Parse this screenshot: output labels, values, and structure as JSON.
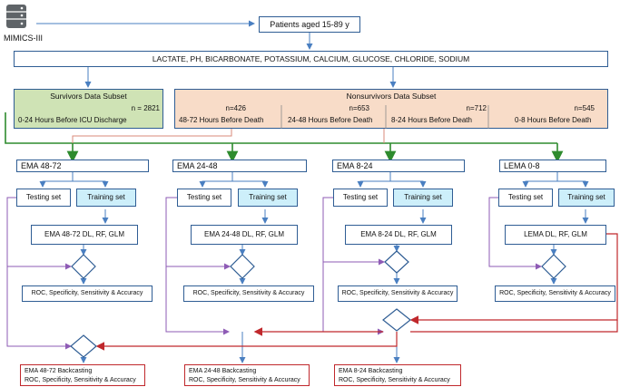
{
  "source": {
    "label": "MIMICS-III"
  },
  "patients": {
    "label": "Patients aged 15-89 y"
  },
  "variables": {
    "label": "LACTATE, PH, BICARBONATE, POTASSIUM, CALCIUM, GLUCOSE, CHLORIDE, SODIUM"
  },
  "survivors": {
    "title": "Survivors Data Subset",
    "n": "n = 2821",
    "window": "0-24 Hours Before ICU Discharge"
  },
  "nonsurvivors": {
    "title": "Nonsurvivors Data Subset",
    "groups": [
      {
        "n": "n=426",
        "window": "48-72 Hours Before Death"
      },
      {
        "n": "n=653",
        "window": "24-48 Hours Before Death"
      },
      {
        "n": "n=712",
        "window": "8-24 Hours Before Death"
      },
      {
        "n": "n=545",
        "window": "0-8 Hours Before Death"
      }
    ]
  },
  "columns": [
    {
      "model": "EMA 48-72",
      "testing": "Testing set",
      "training": "Training set",
      "methods": "EMA 48-72 DL, RF, GLM",
      "metrics": "ROC, Specificity, Sensitivity & Accuracy"
    },
    {
      "model": "EMA 24-48",
      "testing": "Testing set",
      "training": "Training set",
      "methods": "EMA 24-48 DL, RF, GLM",
      "metrics": "ROC, Specificity, Sensitivity & Accuracy"
    },
    {
      "model": "EMA 8-24",
      "testing": "Testing set",
      "training": "Training set",
      "methods": "EMA 8-24 DL, RF, GLM",
      "metrics": "ROC, Specificity, Sensitivity & Accuracy"
    },
    {
      "model": "LEMA  0-8",
      "testing": "Testing set",
      "training": "Training set",
      "methods": "LEMA DL, RF, GLM",
      "metrics": "ROC, Specificity, Sensitivity & Accuracy"
    }
  ],
  "backcasting": [
    {
      "title": "EMA 48-72 Backcasting",
      "metrics": "ROC, Specificity, Sensitivity & Accuracy"
    },
    {
      "title": "EMA 24-48 Backcasting",
      "metrics": "ROC, Specificity, Sensitivity & Accuracy"
    },
    {
      "title": "EMA 8-24 Backcasting",
      "metrics": "ROC, Specificity, Sensitivity & Accuracy"
    }
  ],
  "colors": {
    "arrow_blue": "#4a7fc1",
    "arrow_green": "#2e8b2e",
    "arrow_red": "#c0282c",
    "arrow_purple": "#8e5bb5",
    "arrow_salmon": "#d98a7a",
    "survivors_fill": "#cfe3b5",
    "nonsurvivors_fill": "#f8dcc8",
    "training_fill": "#cdeffa"
  },
  "icons": {
    "database": "database-icon",
    "decision": "decision-diamond"
  }
}
